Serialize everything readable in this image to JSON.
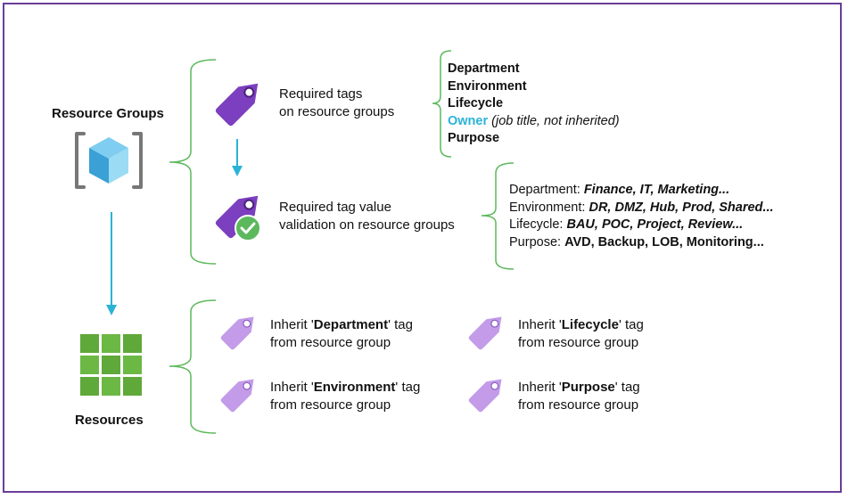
{
  "resource_groups_label": "Resource Groups",
  "resources_label": "Resources",
  "required_tags": {
    "line1": "Required tags",
    "line2": "on resource groups"
  },
  "tag_list": {
    "department": "Department",
    "environment": "Environment",
    "lifecycle": "Lifecycle",
    "owner": "Owner",
    "owner_note": "(job title, not inherited)",
    "purpose": "Purpose"
  },
  "validation": {
    "line1": "Required tag value",
    "line2": "validation on resource groups"
  },
  "value_list": [
    {
      "key": "Department: ",
      "values": "Finance, IT, Marketing...",
      "italic": true
    },
    {
      "key": "Environment: ",
      "values": "DR, DMZ, Hub, Prod, Shared...",
      "italic": true
    },
    {
      "key": "Lifecycle: ",
      "values": "BAU, POC, Project, Review...",
      "italic": true
    },
    {
      "key": "Purpose: ",
      "values": "AVD, Backup, LOB, Monitoring...",
      "italic": false
    }
  ],
  "inherit": {
    "prefix": "Inherit '",
    "suffix": "' tag",
    "line2": "from resource group",
    "items": [
      {
        "tag": "Department"
      },
      {
        "tag": "Lifecycle"
      },
      {
        "tag": "Environment"
      },
      {
        "tag": "Purpose"
      }
    ]
  },
  "colors": {
    "frame": "#6a3d99",
    "bracket": "#5cb85c",
    "arrow": "#2ab3d6",
    "tag_dark": "#7b3fbf",
    "tag_light": "#c39be8",
    "owner": "#2ab3d6",
    "check": "#5cb85c",
    "resources_green": "#5fa83a",
    "rg_blue": "#45a9d8"
  },
  "icons": {
    "tag": "tag-icon",
    "check": "checkmark-icon",
    "resource_group": "resource-group-icon",
    "resources": "resources-grid-icon"
  }
}
